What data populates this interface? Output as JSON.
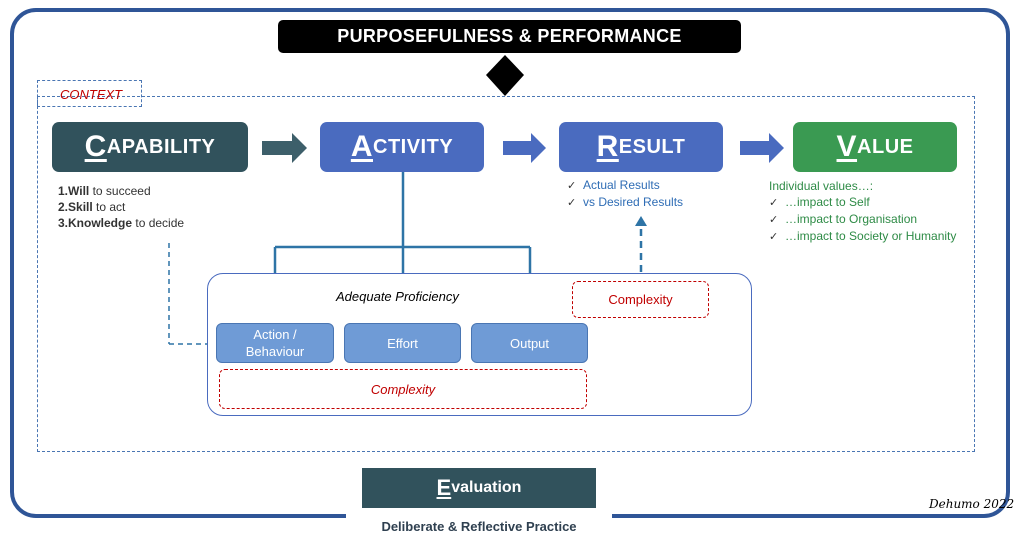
{
  "title": "PURPOSEFULNESS & PERFORMANCE",
  "context": "CONTEXT",
  "stages": [
    {
      "first": "C",
      "rest": "APABILITY",
      "color": "#31525c"
    },
    {
      "first": "A",
      "rest": "CTIVITY",
      "color": "#4a6bbf"
    },
    {
      "first": "R",
      "rest": "ESULT",
      "color": "#4a6bbf"
    },
    {
      "first": "V",
      "rest": "ALUE",
      "color": "#3a9a52"
    }
  ],
  "capability_list": [
    {
      "num": "1.",
      "bold": "Will",
      "text": " to succeed"
    },
    {
      "num": "2.",
      "bold": "Skill",
      "text": " to act"
    },
    {
      "num": "3.",
      "bold": "Knowledge",
      "text": " to decide"
    }
  ],
  "result_list": [
    "Actual Results",
    "vs Desired Results"
  ],
  "value_intro": "Individual values…:",
  "value_list": [
    "…impact to Self",
    "…impact to Organisation",
    "…impact to Society or Humanity"
  ],
  "proficiency_label": "Adequate Proficiency",
  "sub_steps": [
    "Action / Behaviour",
    "Effort",
    "Output"
  ],
  "complexity_top": "Complexity",
  "complexity_bottom": "Complexity",
  "evaluation": {
    "first": "E",
    "rest": "valuation"
  },
  "practice": "Deliberate & Reflective Practice",
  "signature": "Dehumo 2022",
  "colors": {
    "frame": "#2f5597",
    "arrow": "#3d5f6a",
    "blue_arrow": "#4a6bbf",
    "connector": "#2e74a6",
    "complexity": "#c00000"
  }
}
